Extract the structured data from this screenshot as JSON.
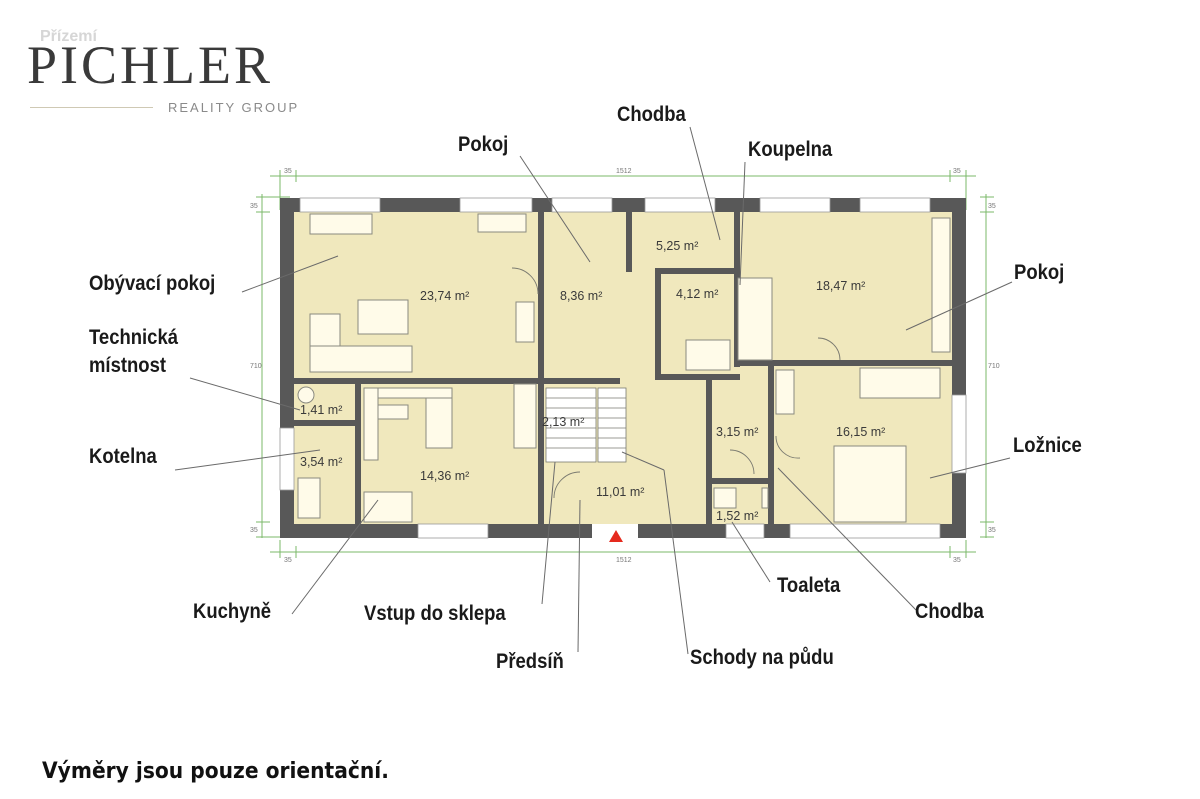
{
  "header": {
    "watermark": "Přízemí",
    "brand": "PICHLER",
    "brand_sub": "REALITY GROUP"
  },
  "dimensions": {
    "top": [
      "35",
      "1512",
      "35"
    ],
    "bottom": [
      "35",
      "1512",
      "35"
    ],
    "left": [
      "35",
      "710",
      "35"
    ],
    "right": [
      "35",
      "710",
      "35"
    ]
  },
  "areas": {
    "obyvaci_pokoj": "23,74 m²",
    "pokoj_small": "8,36 m²",
    "chodba_top": "5,25 m²",
    "koupelna": "4,12 m²",
    "pokoj_right": "18,47 m²",
    "technicka": "1,41 m²",
    "kotelna": "3,54 m²",
    "kuchyne": "14,36 m²",
    "vstup_sklepa": "2,13 m²",
    "predsin": "11,01 m²",
    "chodba_bottom": "3,15 m²",
    "toaleta": "1,52 m²",
    "loznice": "16,15 m²"
  },
  "labels": {
    "chodba_top": "Chodba",
    "pokoj_top": "Pokoj",
    "koupelna": "Koupelna",
    "obyvaci_pokoj": "Obývací pokoj",
    "pokoj_right": "Pokoj",
    "technicka": "Technická místnost",
    "kotelna": "Kotelna",
    "loznice": "Ložnice",
    "toaleta": "Toaleta",
    "kuchyne": "Kuchyně",
    "vstup_sklepa": "Vstup do sklepa",
    "chodba_bottom": "Chodba",
    "predsin": "Předsíň",
    "schody_pudu": "Schody na půdu"
  },
  "footer": {
    "note": "Výměry jsou pouze orientační."
  },
  "colors": {
    "floor": "#f0e8bd",
    "wall": "#585858",
    "dimension_line": "#7bb86a",
    "entrance_marker": "#e52a1e"
  }
}
